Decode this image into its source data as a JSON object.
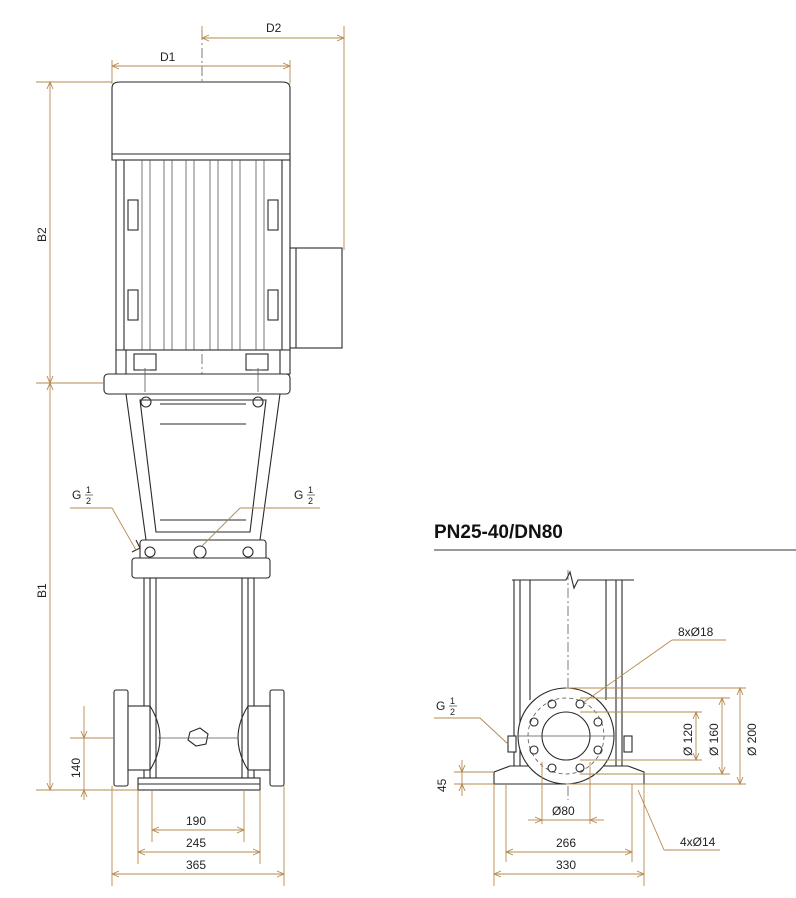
{
  "title": "PN25-40/DN80",
  "colors": {
    "dimension_line": "#b5884d",
    "outline": "#2a2a2a",
    "background": "#ffffff"
  },
  "labels": {
    "D1": "D1",
    "D2": "D2",
    "B1": "B1",
    "B2": "B2",
    "G": "G",
    "frac_num": "1",
    "frac_den": "2"
  },
  "dims_front": {
    "d190": "190",
    "d245": "245",
    "d365": "365",
    "d140": "140"
  },
  "dims_side": {
    "holes8": "8xØ18",
    "d120": "Ø 120",
    "d160": "Ø 160",
    "d200": "Ø 200",
    "d80": "Ø80",
    "d45": "45",
    "d266": "266",
    "d330": "330",
    "holes4": "4xØ14"
  }
}
